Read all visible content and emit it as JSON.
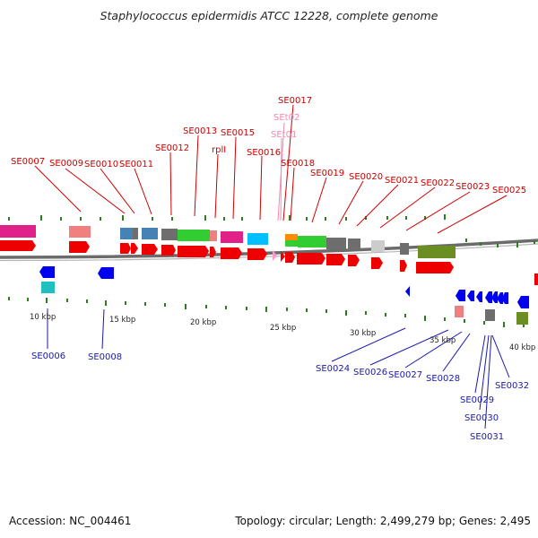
{
  "title": "Staphylococcus epidermidis ATCC 12228, complete genome",
  "footer": {
    "accession": "Accession: NC_004461",
    "topology": "Topology: circular; Length: 2,499,279 bp; Genes: 2,495"
  },
  "colors": {
    "top_label": "#cc0000",
    "bottom_label": "#1a1aaa",
    "pale_label": "#f08ab0",
    "backbone": "#6b6b6b",
    "tick": "#2e7d1e"
  },
  "scale_labels": [
    "10 kbp",
    "15 kbp",
    "20 kbp",
    "25 kbp",
    "30 kbp",
    "35 kbp",
    "40 kbp"
  ],
  "top_genes": [
    "SE0007",
    "SE0009",
    "SE0010",
    "SE0011",
    "SE0012",
    "SE0013",
    "rplI",
    "SE0015",
    "SE0016",
    "SE0017",
    "SEt02",
    "SEt01",
    "SE0018",
    "SE0019",
    "SE0020",
    "SE0021",
    "SE0022",
    "SE0023",
    "SE0025"
  ],
  "bottom_genes": [
    "SE0006",
    "SE0008",
    "SE0024",
    "SE0026",
    "SE0027",
    "SE0028",
    "SE0029",
    "SE0030",
    "SE0031",
    "SE0032"
  ]
}
